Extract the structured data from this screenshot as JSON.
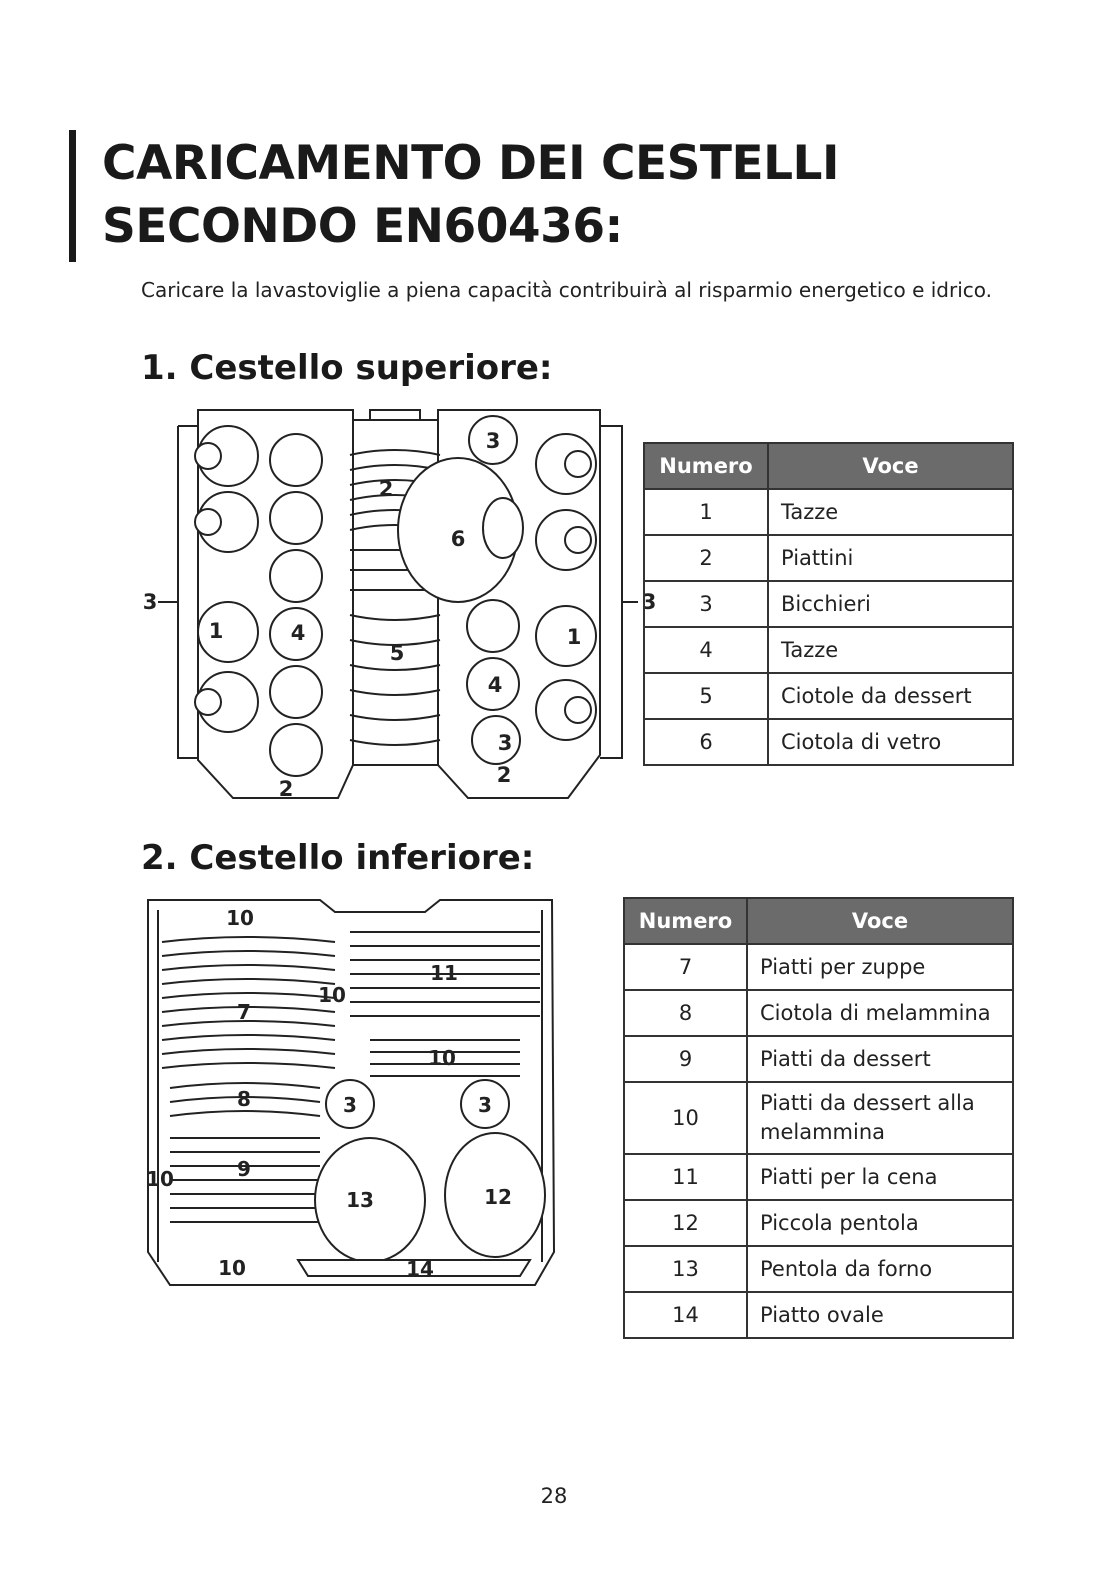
{
  "title_line1": "CARICAMENTO DEI CESTELLI",
  "title_line2": "SECONDO EN60436:",
  "intro": "Caricare la lavastoviglie a piena capacità contribuirà al risparmio energetico e idrico.",
  "upper": {
    "heading": "1. Cestello superiore:",
    "col_numero": "Numero",
    "col_voce": "Voce",
    "rows": [
      {
        "num": "1",
        "voce": "Tazze"
      },
      {
        "num": "2",
        "voce": "Piattini"
      },
      {
        "num": "3",
        "voce": "Bicchieri"
      },
      {
        "num": "4",
        "voce": "Tazze"
      },
      {
        "num": "5",
        "voce": "Ciotole da dessert"
      },
      {
        "num": "6",
        "voce": "Ciotola di vetro"
      }
    ],
    "diagram_labels": {
      "l1a": "1",
      "l1b": "1",
      "l2a": "2",
      "l2b": "2",
      "l2c": "2",
      "l3a": "3",
      "l3b": "3",
      "l3c": "3",
      "l3left": "3",
      "l4a": "4",
      "l4b": "4",
      "l5": "5",
      "l6": "6"
    }
  },
  "lower": {
    "heading": "2. Cestello inferiore:",
    "col_numero": "Numero",
    "col_voce": "Voce",
    "rows": [
      {
        "num": "7",
        "voce": "Piatti per zuppe"
      },
      {
        "num": "8",
        "voce": "Ciotola di melammina"
      },
      {
        "num": "9",
        "voce": "Piatti da dessert"
      },
      {
        "num": "10",
        "voce": "Piatti da dessert alla melammina"
      },
      {
        "num": "11",
        "voce": "Piatti per la cena"
      },
      {
        "num": "12",
        "voce": "Piccola pentola"
      },
      {
        "num": "13",
        "voce": "Pentola da forno"
      },
      {
        "num": "14",
        "voce": "Piatto ovale"
      }
    ],
    "diagram_labels": {
      "l7": "7",
      "l8": "8",
      "l9": "9",
      "l10a": "10",
      "l10b": "10",
      "l10c": "10",
      "l10d": "10",
      "l10e": "10",
      "l11": "11",
      "l12": "12",
      "l13": "13",
      "l14": "14",
      "l3a": "3",
      "l3b": "3"
    }
  },
  "page_number": "28"
}
